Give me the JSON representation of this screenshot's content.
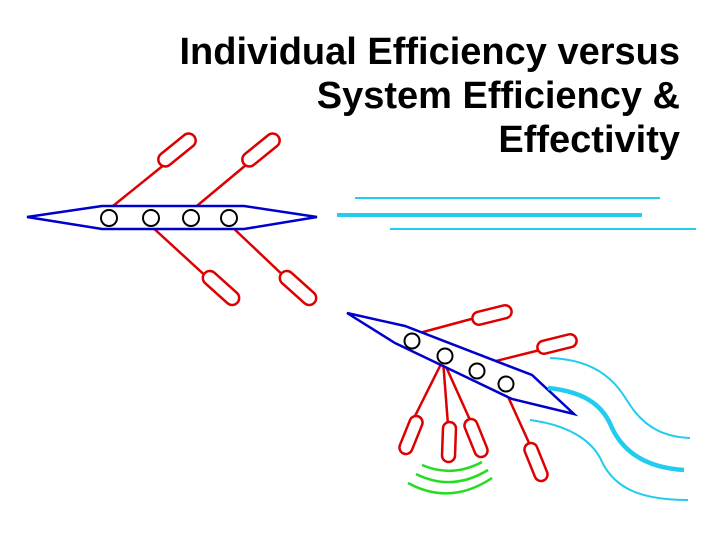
{
  "slide": {
    "title_lines": [
      "Individual Efficiency versus",
      "System Efficiency &",
      "Effectivity"
    ]
  },
  "colors": {
    "boat": "#0000cc",
    "oar": "#dd0000",
    "seat": "#000000",
    "wake": "#22ccee",
    "splash": "#22dd22"
  }
}
